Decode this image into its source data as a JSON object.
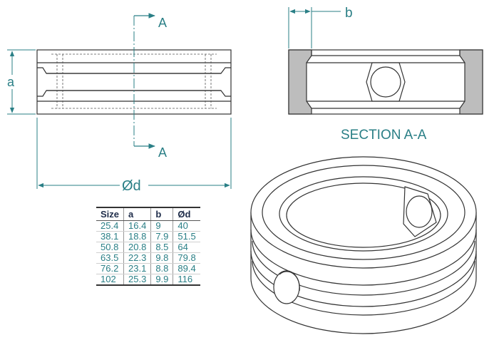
{
  "labels": {
    "section_marker_top": "A",
    "section_marker_bottom": "A",
    "dim_a": "a",
    "dim_b": "b",
    "dim_d": "Ød",
    "section_title": "SECTION A-A"
  },
  "table": {
    "headers": [
      "Size",
      "a",
      "b",
      "Ød"
    ],
    "rows": [
      [
        "25.4",
        "16.4",
        "9",
        "40"
      ],
      [
        "38.1",
        "18.8",
        "7.9",
        "51.5"
      ],
      [
        "50.8",
        "20.8",
        "8.5",
        "64"
      ],
      [
        "63.5",
        "22.3",
        "9.8",
        "79.8"
      ],
      [
        "76.2",
        "23.1",
        "8.8",
        "89.4"
      ],
      [
        "102",
        "25.3",
        "9.9",
        "116"
      ]
    ]
  },
  "colors": {
    "dimension": "#2a7f86",
    "section_fill": "#bdbdbd",
    "line": "#333333"
  }
}
